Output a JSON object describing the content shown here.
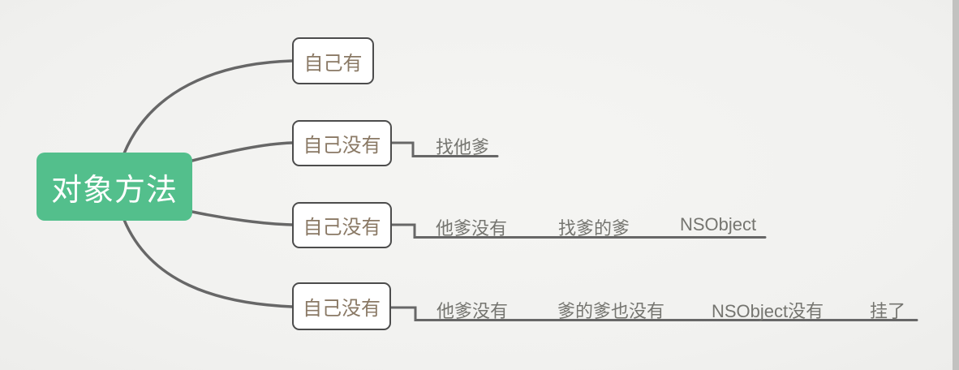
{
  "diagram": {
    "type": "mindmap",
    "title": "对象方法 method lookup mind map"
  },
  "root": {
    "label": "对象方法",
    "color": "#53bf8c",
    "text_color": "#ffffff"
  },
  "branches": [
    {
      "node": "自己有",
      "children": []
    },
    {
      "node": "自己没有",
      "children": [
        "找他爹"
      ]
    },
    {
      "node": "自己没有",
      "children": [
        "他爹没有",
        "找爹的爹",
        "NSObject"
      ]
    },
    {
      "node": "自己没有",
      "children": [
        "他爹没有",
        "爹的爹也没有",
        "NSObject没有",
        "挂了"
      ]
    }
  ],
  "colors": {
    "background": "#f2f2f0",
    "connector_line": "#676767",
    "branch_border": "#4c4c4c",
    "branch_text": "#8a7965",
    "leaf_text": "#757570",
    "right_edge_strip": "#c2c2c0"
  }
}
